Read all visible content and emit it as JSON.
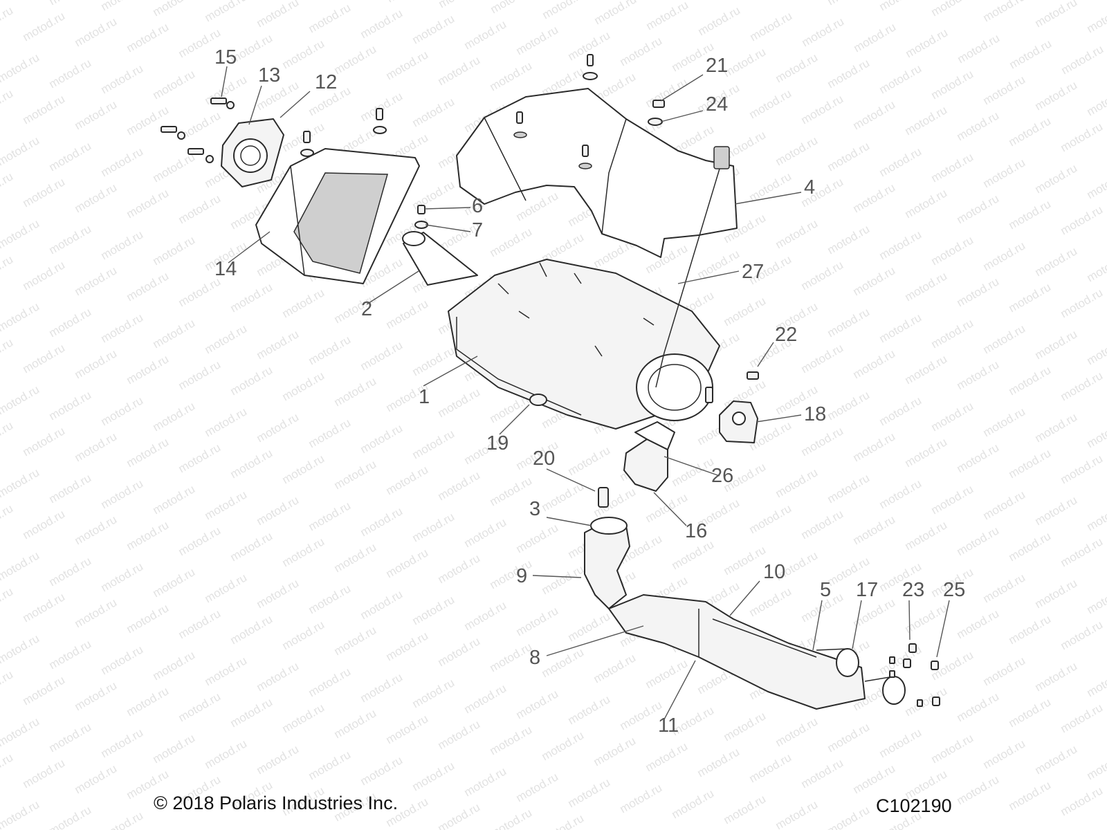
{
  "watermark": "motod.ru",
  "footer": {
    "copyright": "© 2018 Polaris Industries Inc.",
    "code": "C102190"
  },
  "callouts": [
    "15",
    "13",
    "12",
    "21",
    "24",
    "4",
    "6",
    "7",
    "14",
    "2",
    "27",
    "22",
    "1",
    "18",
    "19",
    "20",
    "26",
    "16",
    "3",
    "9",
    "10",
    "5",
    "17",
    "23",
    "25",
    "8",
    "11"
  ]
}
